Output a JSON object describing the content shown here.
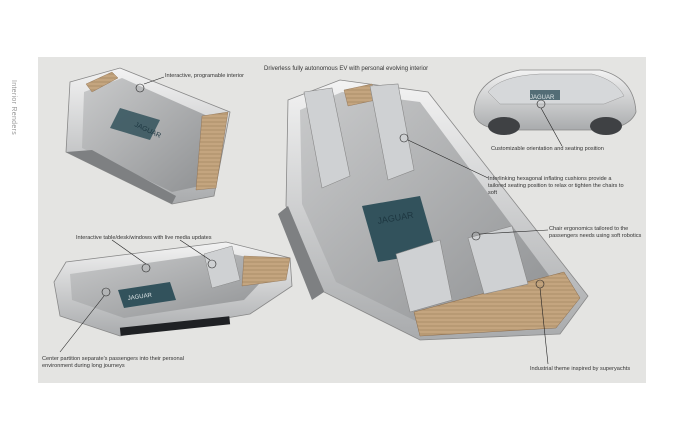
{
  "side_label": "Interior Renders",
  "title": "Driverless fully autonomous EV with personal evolving interior",
  "brand": "JAGUAR",
  "annotations": {
    "interactive": "Interactive, programable interior",
    "orientation": "Customizable orientation and seating position",
    "cushions": "Interlinking hexagonal inflating cushions provide a tailored seating position to relax or tighten the chairs to soft",
    "table": "Interactive table/desk/windows with live media updates",
    "ergonomics": "Chair ergonomics tailored to the passengers needs using soft robotics",
    "partition": "Center partition separate's passengers into their personal environment during long journeys",
    "industrial": "Industrial theme inspired by superyachts"
  },
  "colors": {
    "board": "#e4e4e2",
    "shell": "#d9dadb",
    "wood": "#b89a76",
    "carpet": "#32525c",
    "line": "#333333"
  }
}
